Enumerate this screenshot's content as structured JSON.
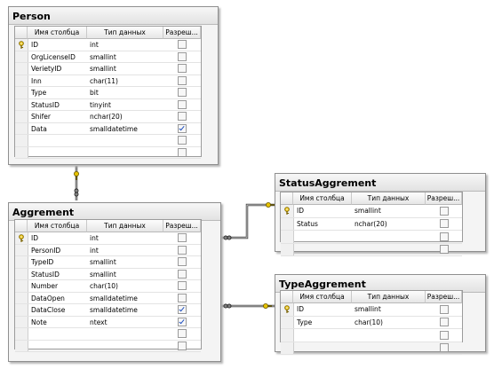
{
  "columns_header": [
    "Имя столбца",
    "Тип данных",
    "Разреш..."
  ],
  "tables": {
    "person": {
      "title": "Person",
      "rows": [
        {
          "name": "ID",
          "type": "int",
          "pk": true,
          "nullable": false
        },
        {
          "name": "OrgLicenseID",
          "type": "smallint",
          "pk": false,
          "nullable": false
        },
        {
          "name": "VerietyID",
          "type": "smallint",
          "pk": false,
          "nullable": false
        },
        {
          "name": "Inn",
          "type": "char(11)",
          "pk": false,
          "nullable": false
        },
        {
          "name": "Type",
          "type": "bit",
          "pk": false,
          "nullable": false
        },
        {
          "name": "StatusID",
          "type": "tinyint",
          "pk": false,
          "nullable": false
        },
        {
          "name": "Shifer",
          "type": "nchar(20)",
          "pk": false,
          "nullable": false
        },
        {
          "name": "Data",
          "type": "smalldatetime",
          "pk": false,
          "nullable": true
        }
      ]
    },
    "aggrement": {
      "title": "Aggrement",
      "rows": [
        {
          "name": "ID",
          "type": "int",
          "pk": true,
          "nullable": false
        },
        {
          "name": "PersonID",
          "type": "int",
          "pk": false,
          "nullable": false
        },
        {
          "name": "TypeID",
          "type": "smallint",
          "pk": false,
          "nullable": false
        },
        {
          "name": "StatusID",
          "type": "smallint",
          "pk": false,
          "nullable": false
        },
        {
          "name": "Number",
          "type": "char(10)",
          "pk": false,
          "nullable": false
        },
        {
          "name": "DataOpen",
          "type": "smalldatetime",
          "pk": false,
          "nullable": false
        },
        {
          "name": "DataClose",
          "type": "smalldatetime",
          "pk": false,
          "nullable": true
        },
        {
          "name": "Note",
          "type": "ntext",
          "pk": false,
          "nullable": true
        }
      ]
    },
    "status": {
      "title": "StatusAggrement",
      "rows": [
        {
          "name": "ID",
          "type": "smallint",
          "pk": true,
          "nullable": false
        },
        {
          "name": "Status",
          "type": "nchar(20)",
          "pk": false,
          "nullable": false
        }
      ]
    },
    "type": {
      "title": "TypeAggrement",
      "rows": [
        {
          "name": "ID",
          "type": "smallint",
          "pk": true,
          "nullable": false
        },
        {
          "name": "Type",
          "type": "char(10)",
          "pk": false,
          "nullable": false
        }
      ]
    }
  }
}
